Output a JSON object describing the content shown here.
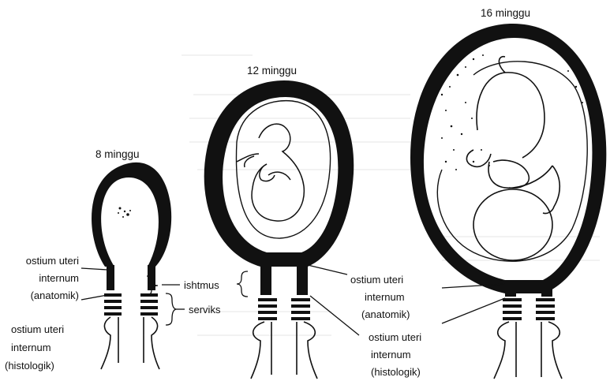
{
  "stages": {
    "week8_title": "8 minggu",
    "week12_title": "12 minggu",
    "week16_title": "16 minggu"
  },
  "labels": {
    "left_internal_os_anatomic": [
      "ostium uteri",
      "internum",
      "(anatomik)"
    ],
    "left_internal_os_histologic": [
      "ostium uteri",
      "internum",
      "(histologik)"
    ],
    "isthmus": "ishtmus",
    "cervix": "serviks",
    "right_internal_os_anatomic": [
      "ostium uteri",
      "internum",
      "(anatomik)"
    ],
    "right_internal_os_histologic": [
      "ostium uteri",
      "internum",
      "(histologik)"
    ]
  },
  "colors": {
    "ink": "#111111",
    "paper": "#ffffff"
  }
}
